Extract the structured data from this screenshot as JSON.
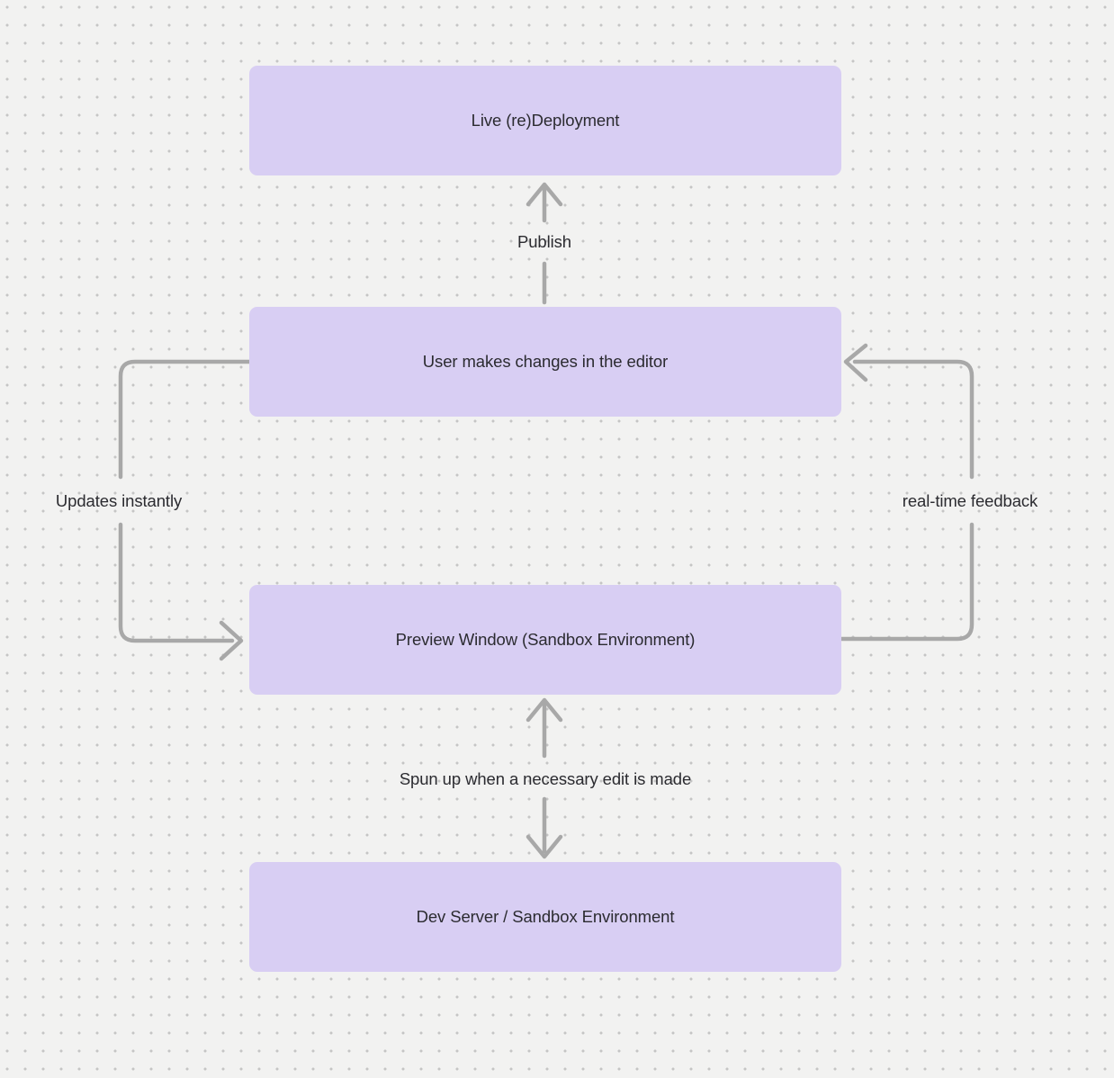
{
  "theme": {
    "background_color": "#f2f2f1",
    "dot_grid_color": "#c5c5c5",
    "node_fill_color": "#d8cef3",
    "arrow_color": "#a8a8a8",
    "text_color": "#2b2b30"
  },
  "nodes": [
    {
      "id": "live-deployment",
      "label": "Live (re)Deployment"
    },
    {
      "id": "user-changes",
      "label": "User makes changes in the editor"
    },
    {
      "id": "preview-window",
      "label": "Preview Window (Sandbox Environment)"
    },
    {
      "id": "dev-server",
      "label": "Dev Server / Sandbox Environment"
    }
  ],
  "edges": [
    {
      "id": "publish",
      "label": "Publish",
      "from": "User makes changes in the editor",
      "to": "Live (re)Deployment",
      "direction": "up"
    },
    {
      "id": "updates-instantly",
      "label": "Updates instantly",
      "from": "User makes changes in the editor",
      "to": "Preview Window (Sandbox Environment)",
      "direction": "left-loop"
    },
    {
      "id": "real-time-feedback",
      "label": "real-time feedback",
      "from": "Preview Window (Sandbox Environment)",
      "to": "User makes changes in the editor",
      "direction": "right-loop"
    },
    {
      "id": "spun-up",
      "label": "Spun up when a necessary edit is made",
      "from": "Preview Window (Sandbox Environment)",
      "to": "Dev Server / Sandbox Environment",
      "direction": "bidirectional"
    }
  ]
}
